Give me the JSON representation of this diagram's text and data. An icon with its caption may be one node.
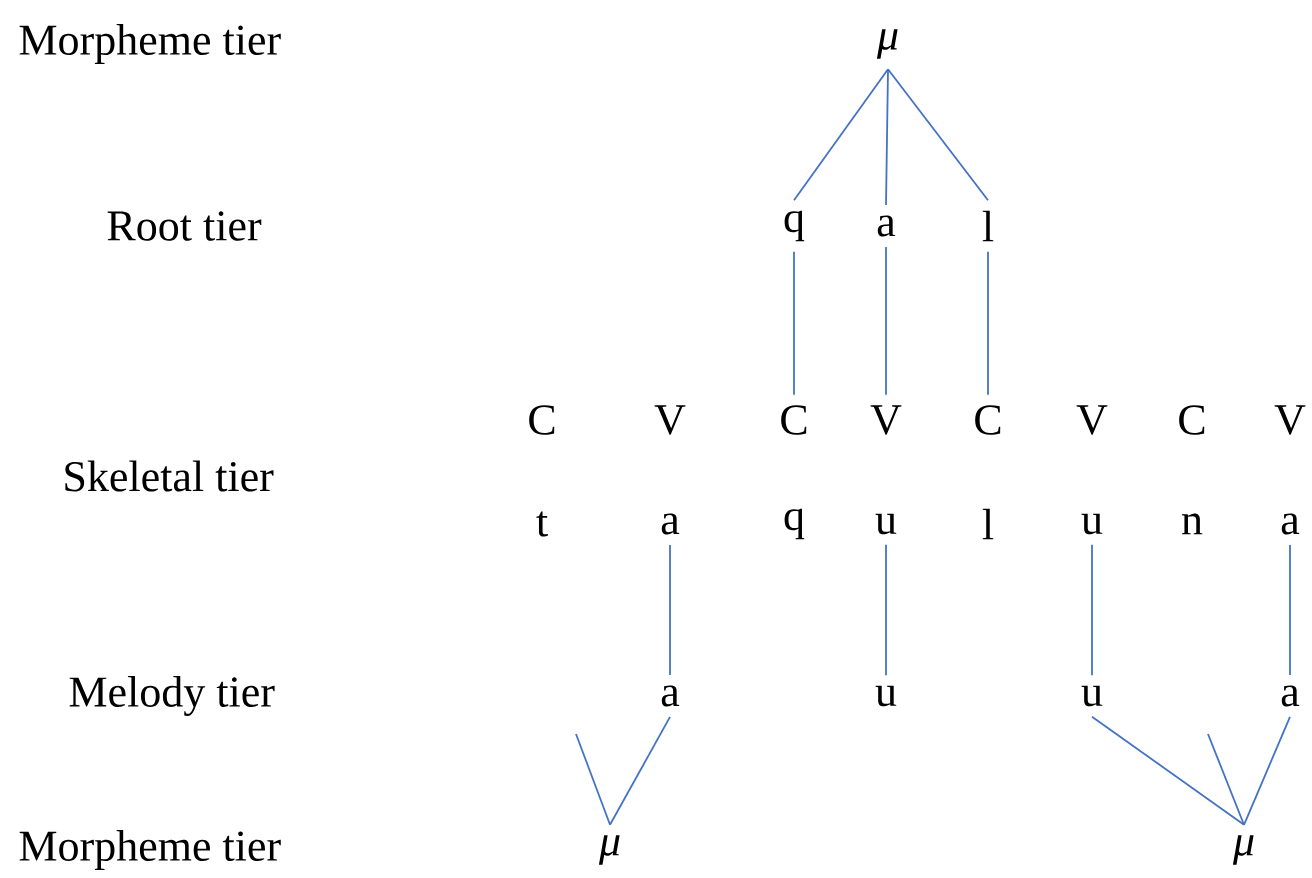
{
  "diagram": {
    "nodes": [
      {
        "text": [
          "μ"
        ]
      },
      {
        "text": [
          "q"
        ]
      },
      {
        "text": [
          "a"
        ]
      },
      {
        "text": [
          "l"
        ]
      },
      {
        "text": [
          "C"
        ]
      },
      {
        "text": [
          "V"
        ]
      },
      {
        "text": [
          "C"
        ]
      },
      {
        "text": [
          "V"
        ]
      },
      {
        "text": [
          "C"
        ]
      },
      {
        "text": [
          "V"
        ]
      },
      {
        "text": [
          "C"
        ]
      },
      {
        "text": [
          "V"
        ]
      },
      {
        "text": [
          "t"
        ]
      },
      {
        "text": [
          "a"
        ]
      },
      {
        "text": [
          "q"
        ]
      },
      {
        "text": [
          "u"
        ]
      },
      {
        "text": [
          "l"
        ]
      },
      {
        "text": [
          "u"
        ]
      },
      {
        "text": [
          "n"
        ]
      },
      {
        "text": [
          "a"
        ]
      },
      {
        "text": [
          "a"
        ]
      },
      {
        "text": [
          "u"
        ]
      },
      {
        "text": [
          "u"
        ]
      },
      {
        "text": [
          "a"
        ]
      },
      {
        "text": [
          "μ"
        ]
      },
      {
        "text": [
          "μ"
        ]
      }
    ],
    "edges": [
      {
        "from": 0,
        "to": 1,
        "arrow": "none"
      },
      {
        "from": 0,
        "to": 2,
        "arrow": "none"
      },
      {
        "from": 0,
        "to": 3,
        "arrow": "none"
      },
      {
        "from": 1,
        "to": 6,
        "arrow": "none"
      },
      {
        "from": 2,
        "to": 7,
        "arrow": "none"
      },
      {
        "from": 3,
        "to": 8,
        "arrow": "none"
      },
      {
        "from": 13,
        "to": 20,
        "arrow": "none"
      },
      {
        "from": 15,
        "to": 21,
        "arrow": "none"
      },
      {
        "from": 17,
        "to": 22,
        "arrow": "none"
      },
      {
        "from": 19,
        "to": 23,
        "arrow": "none"
      },
      {
        "from": null,
        "to": 24,
        "arrow": "none"
      },
      {
        "from": 20,
        "to": 24,
        "arrow": "none"
      },
      {
        "from": 22,
        "to": 25,
        "arrow": "none"
      },
      {
        "from": null,
        "to": 25,
        "arrow": "none"
      },
      {
        "from": 23,
        "to": 25,
        "arrow": "none"
      }
    ],
    "labels": [
      "Morpheme tier",
      "Root tier",
      "Skeletal tier",
      "Melody tier",
      "Morpheme tier"
    ]
  }
}
